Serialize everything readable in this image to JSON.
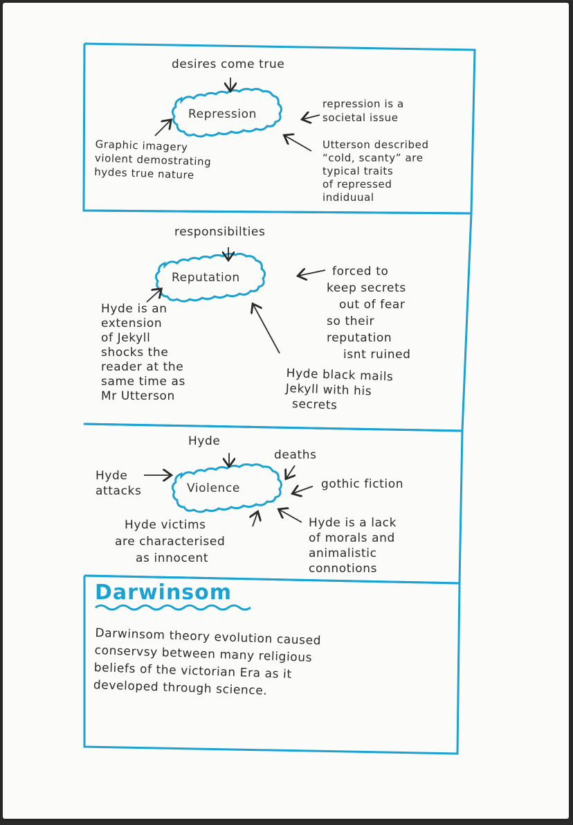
{
  "accent_color": "#1aa3d2",
  "ink_color": "#2a2a2a",
  "sections": [
    {
      "center": "Repression",
      "above": "desires come true",
      "right_top": [
        "repression is a",
        "societal issue"
      ],
      "left_bottom": [
        "Graphic imagery",
        "violent demostrating",
        "hydes true nature"
      ],
      "right_bottom": [
        "Utterson described",
        "“cold, scanty” are",
        "typical traits",
        "of repressed",
        "indiduual"
      ]
    },
    {
      "center": "Reputation",
      "above": "responsibilties",
      "right_top": [
        "forced to",
        "keep secrets",
        "out of fear",
        "so their",
        "reputation",
        "isnt ruined"
      ],
      "left_bottom": [
        "Hyde is an",
        "extension",
        "of Jekyll",
        "shocks the",
        "reader at the",
        "same time as",
        "Mr Utterson"
      ],
      "right_bottom": [
        "Hyde black mails",
        "Jekyll with his",
        "secrets"
      ]
    },
    {
      "center": "Violence",
      "above": "Hyde",
      "above_right": "deaths",
      "left": [
        "Hyde",
        "attacks"
      ],
      "right": "gothic fiction",
      "left_bottom": [
        "Hyde victims",
        "are characterised",
        "as innocent"
      ],
      "right_bottom": [
        "Hyde is a lack",
        "of morals and",
        "animalistic",
        "connotions"
      ]
    }
  ],
  "darwinism": {
    "title": "Darwinsom",
    "lines": [
      "Darwinsom theory evolution caused",
      "conservsy between many religious",
      "beliefs of the victorian Era as it",
      "developed through science."
    ]
  }
}
